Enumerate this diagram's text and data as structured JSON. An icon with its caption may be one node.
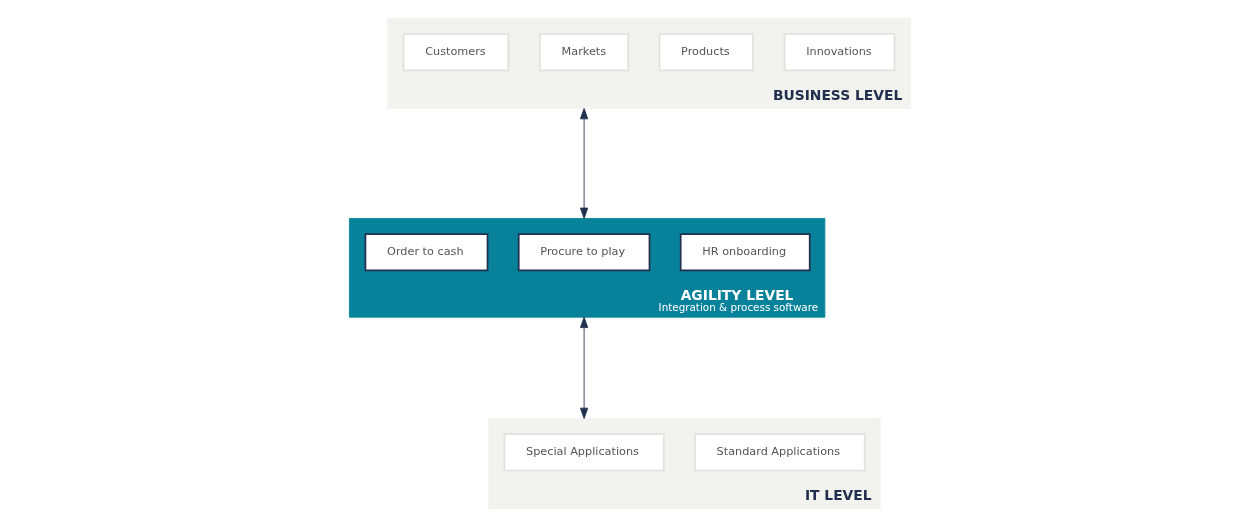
{
  "diagram": {
    "nodes": [
      {
        "text": [
          "BUSINESS LEVEL"
        ]
      },
      {
        "text": [
          "Customers"
        ],
        "in": 0
      },
      {
        "text": [
          "Markets"
        ],
        "in": 0
      },
      {
        "text": [
          "Products"
        ],
        "in": 0
      },
      {
        "text": [
          "Innovations"
        ],
        "in": 0
      },
      {
        "text": [
          "AGILITY LEVEL",
          "Integration & process software"
        ]
      },
      {
        "text": [
          "Order to cash"
        ],
        "in": 5
      },
      {
        "text": [
          "Procure to play"
        ],
        "in": 5
      },
      {
        "text": [
          "HR onboarding"
        ],
        "in": 5
      },
      {
        "text": [
          "IT LEVEL"
        ]
      },
      {
        "text": [
          "Special Applications"
        ],
        "in": 9
      },
      {
        "text": [
          "Standard Applications"
        ],
        "in": 9
      }
    ],
    "edges": [
      {
        "from": 0,
        "to": 5,
        "arrow": "both",
        "color": "#22304f"
      },
      {
        "from": 5,
        "to": 9,
        "arrow": "both",
        "color": "#22304f"
      }
    ]
  }
}
